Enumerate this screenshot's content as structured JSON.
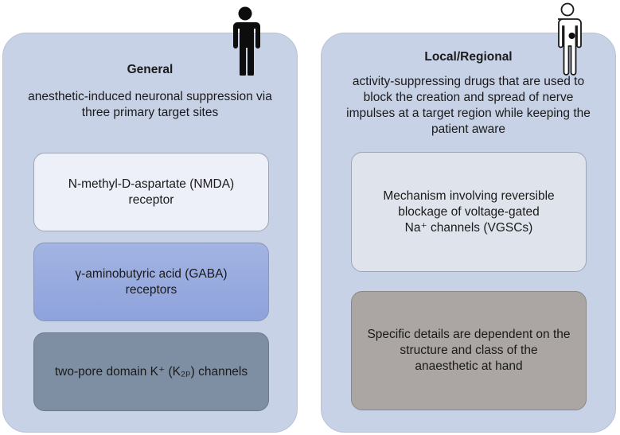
{
  "general": {
    "title": "General",
    "description_lines": [
      "anesthetic-induced neuronal suppression via",
      "three primary target sites"
    ],
    "targets": [
      {
        "lines": [
          "N-methyl-D-aspartate (NMDA)",
          "receptor"
        ],
        "color": "#edf0f8"
      },
      {
        "lines": [
          "γ-aminobutyric acid (GABA)",
          "receptors"
        ],
        "color": "#8ea2dc"
      },
      {
        "lines": [
          "two-pore domain K⁺ (K₂ₚ) channels"
        ],
        "color": "#7f8fa3"
      }
    ],
    "icon": "person-icon"
  },
  "local": {
    "title": "Local/Regional",
    "description_lines": [
      "activity-suppressing drugs that are used to",
      "block the creation and spread of nerve",
      "impulses at a target region while keeping the",
      "patient aware"
    ],
    "boxes": [
      {
        "lines": [
          "Mechanism involving reversible",
          "blockage of voltage-gated",
          "Na⁺ channels (VGSCs)"
        ],
        "color": "#dfe4ec"
      },
      {
        "lines": [
          "Specific details are dependent on the",
          "structure and class of the",
          "anaesthetic at hand"
        ],
        "color": "#aba6a3"
      }
    ],
    "icon": "patient-outline-icon"
  },
  "colors": {
    "panel": "#c8d2e7",
    "panel_border": "#b9c3d6"
  }
}
